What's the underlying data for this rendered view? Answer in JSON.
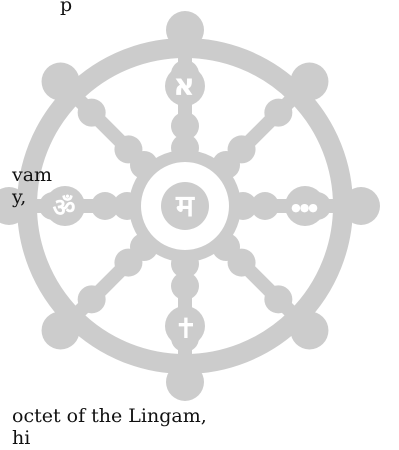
{
  "colors": {
    "wheel": "#cccccc",
    "glyph": "#ffffff",
    "text": "#111111",
    "background": "#ffffff"
  },
  "text_fragments": [
    "p",
    "vam",
    "y,",
    "octet of the Lingam,",
    "hi"
  ],
  "wheel": {
    "icon": "dharma-wheel",
    "glyphs": {
      "top": "א",
      "center": "म",
      "left": "ॐ",
      "right": "●●●",
      "bottom": "✝"
    }
  }
}
